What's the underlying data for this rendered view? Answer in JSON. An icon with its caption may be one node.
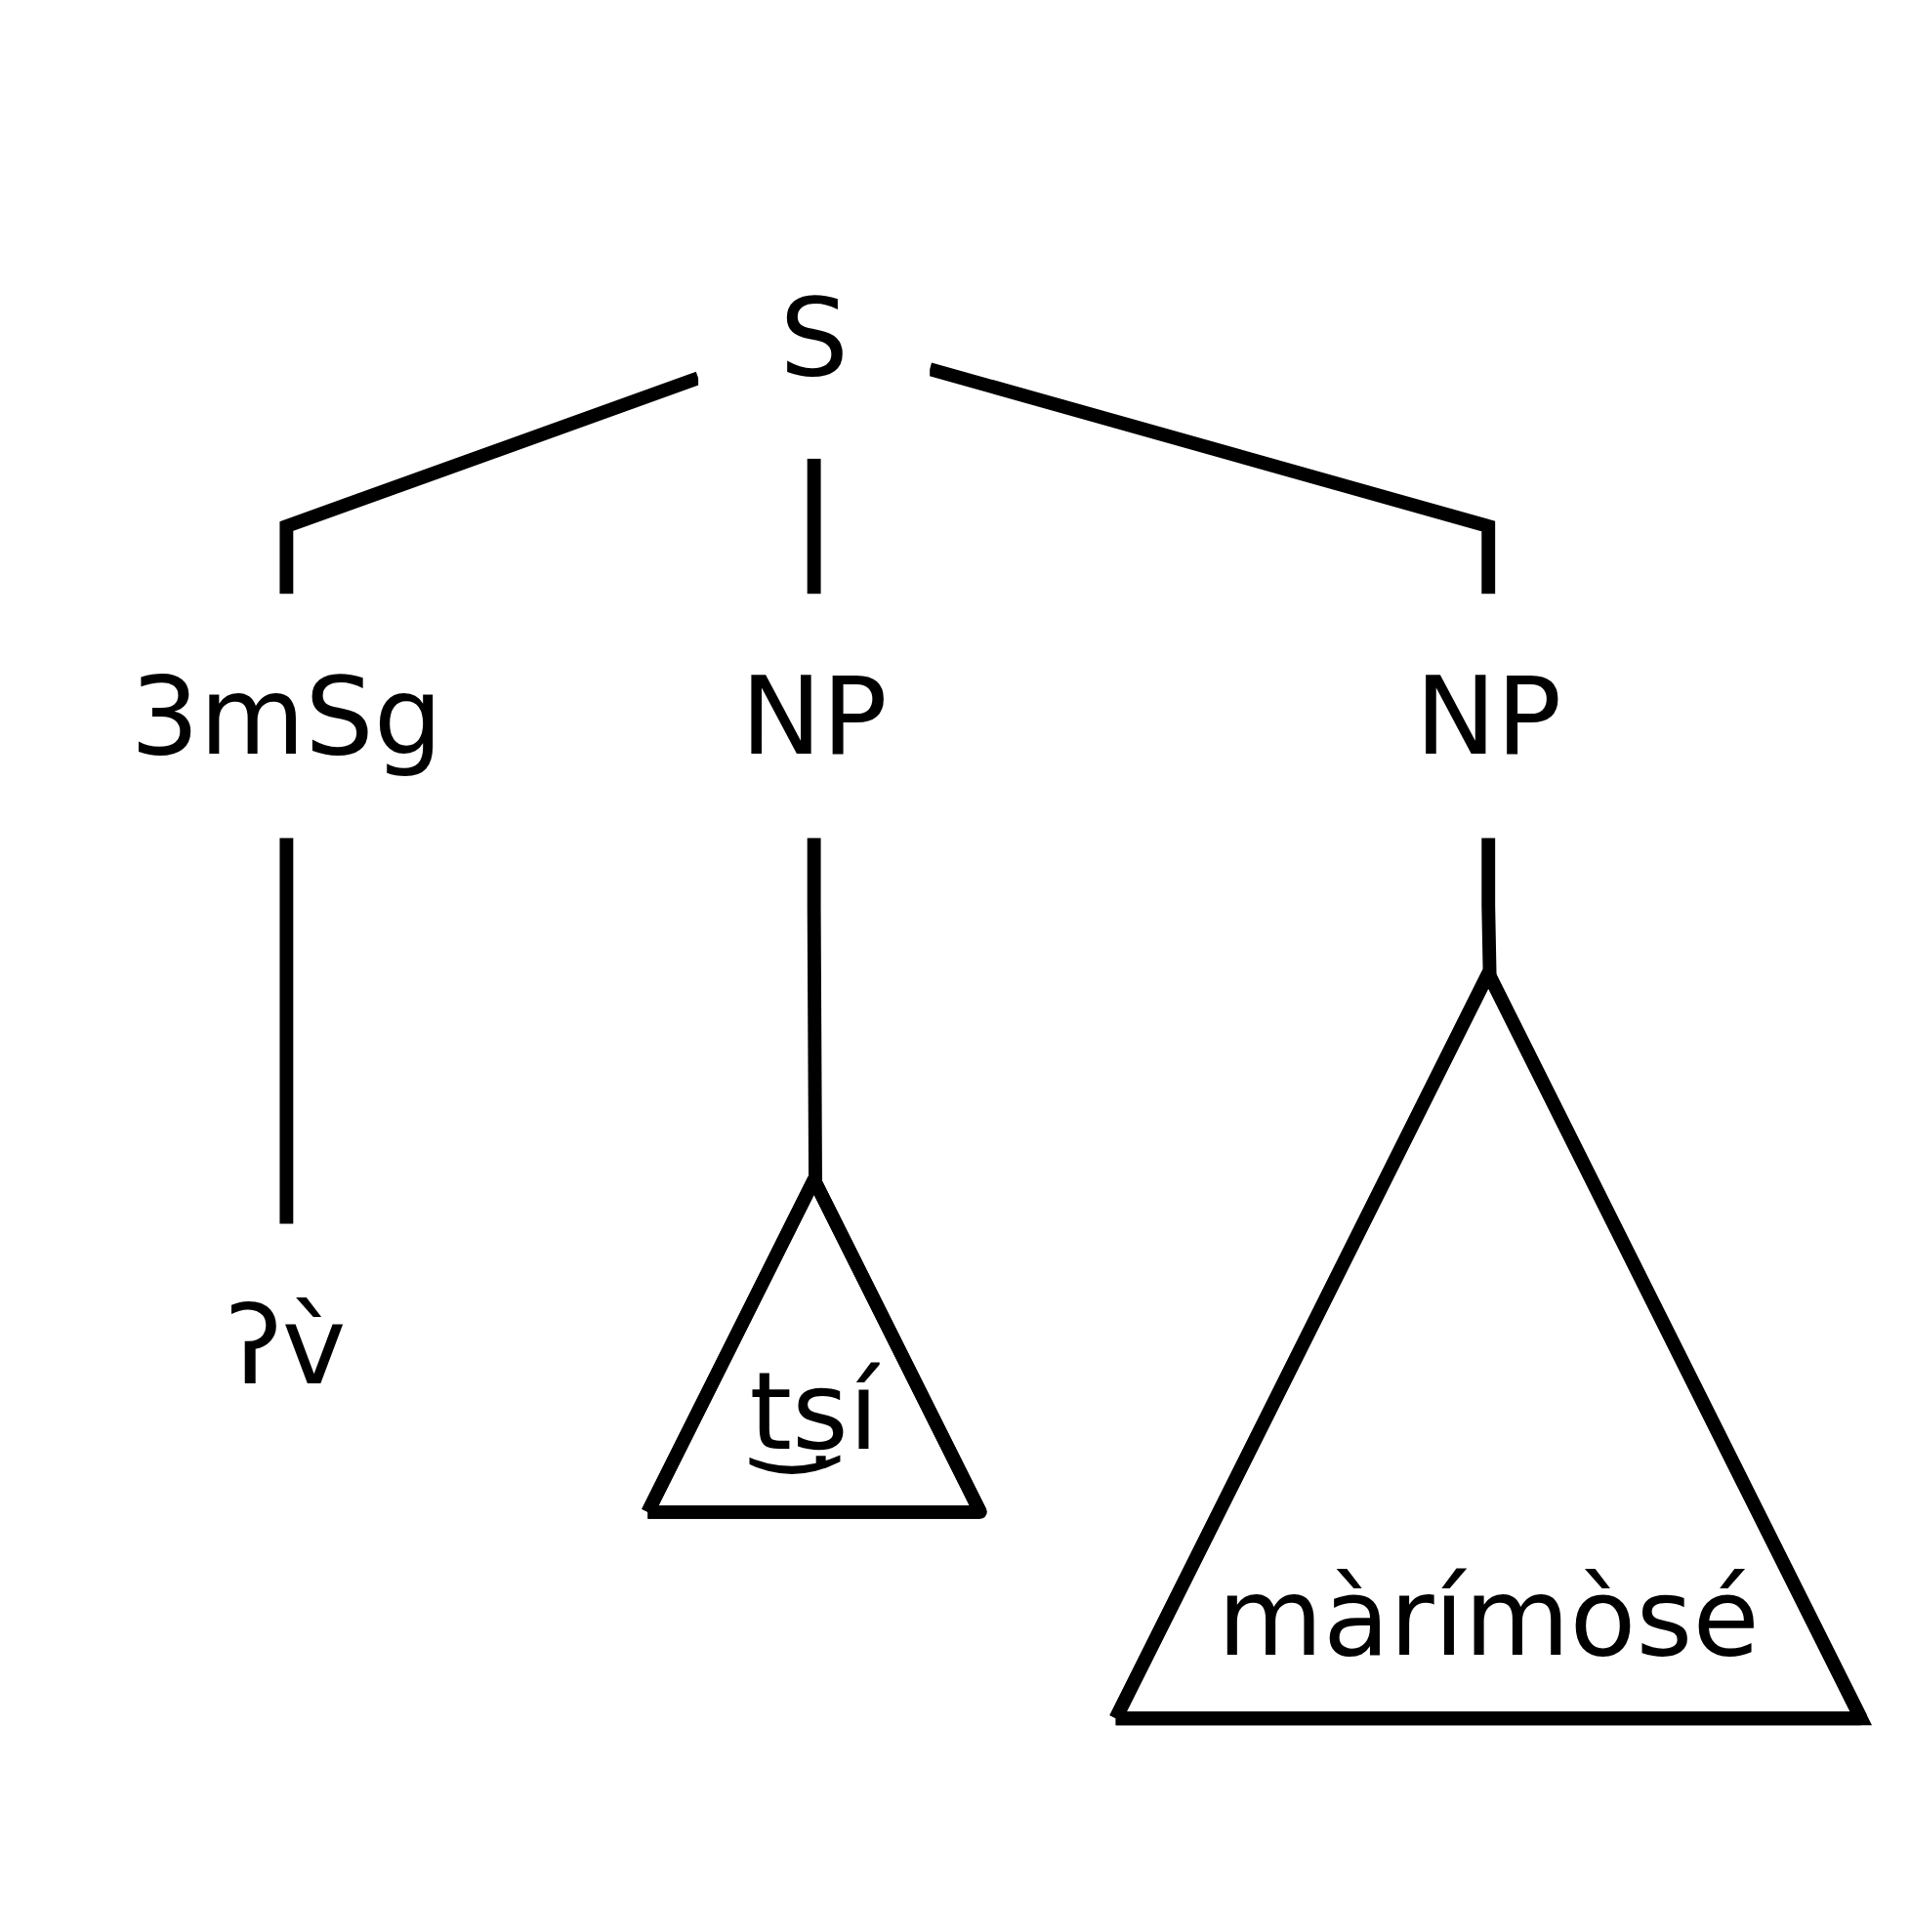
{
  "diagram": {
    "nodes": [
      {
        "text": [
          "S"
        ]
      },
      {
        "text": [
          "3mSg"
        ]
      },
      {
        "text": [
          "NP"
        ]
      },
      {
        "text": [
          "NP"
        ]
      },
      {
        "text": [
          "t͜ṣí"
        ]
      },
      {
        "text": [
          "màrímòsé"
        ]
      },
      {
        "text": [
          "ʔv̀"
        ]
      }
    ],
    "edges": [
      {
        "from": 0,
        "to": 1,
        "arrow": "none"
      },
      {
        "from": 0,
        "to": 2,
        "arrow": "none"
      },
      {
        "from": 0,
        "to": 3,
        "arrow": "none"
      },
      {
        "from": 2,
        "to": 4,
        "arrow": "none"
      },
      {
        "from": 3,
        "to": 5,
        "arrow": "none"
      },
      {
        "from": 1,
        "to": 6,
        "arrow": "none"
      }
    ]
  }
}
